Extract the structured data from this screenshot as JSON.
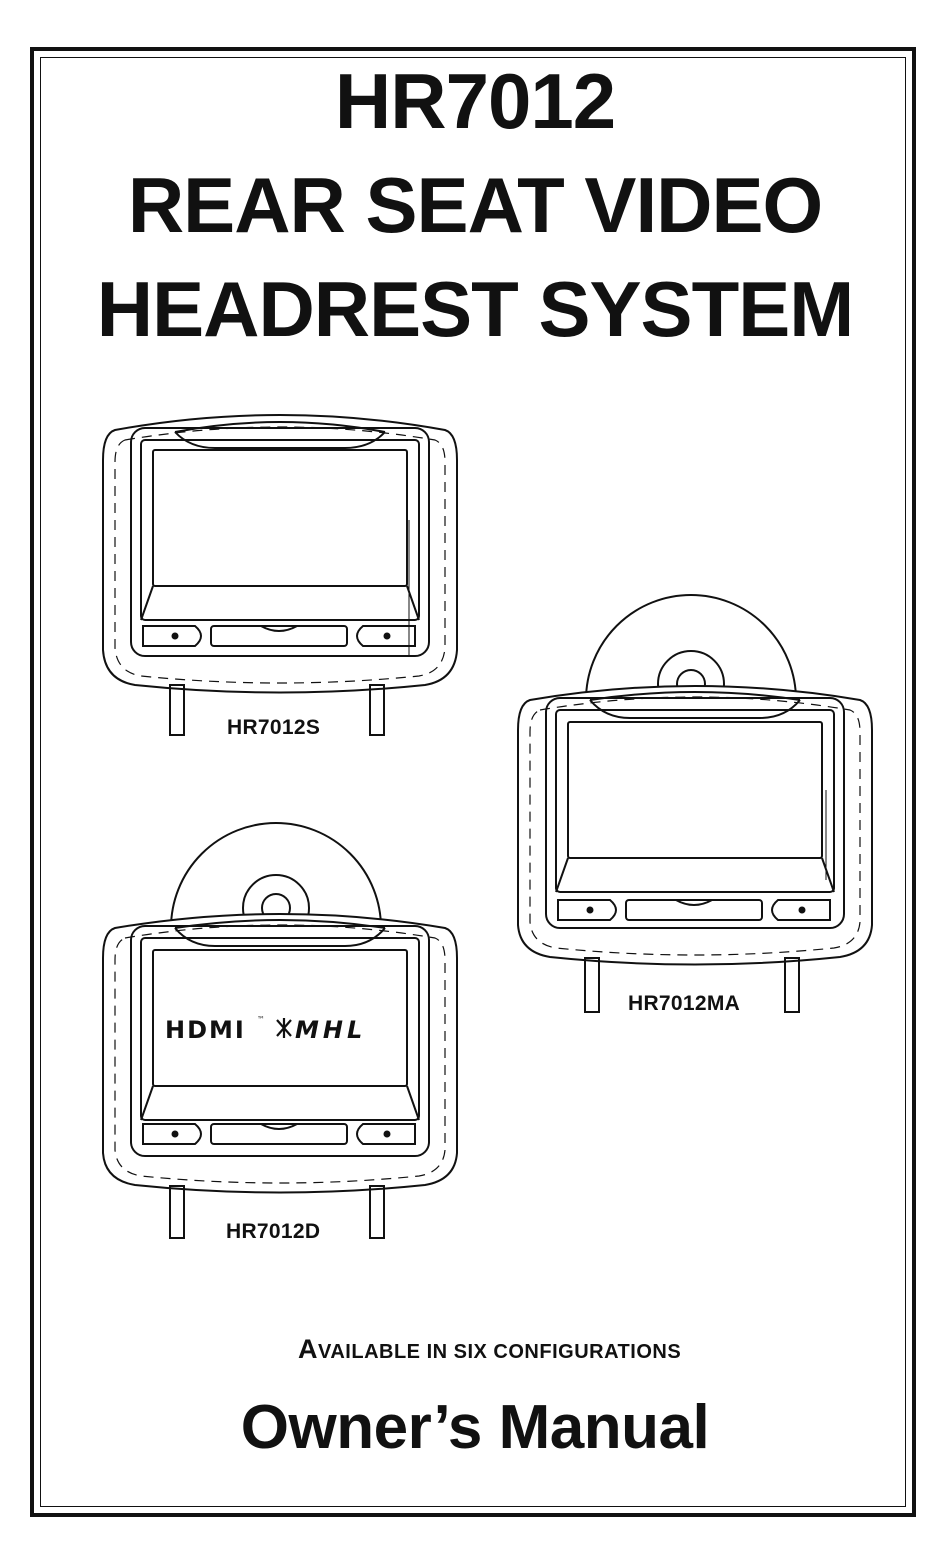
{
  "title": {
    "line1": "HR7012",
    "line2": "REAR SEAT VIDEO",
    "line3": "HEADREST SYSTEM"
  },
  "models": {
    "s": "HR7012S",
    "ma": "HR7012MA",
    "d": "HR7012D"
  },
  "screen_logos": {
    "hdmi": "HDMI",
    "tm": "™",
    "mhl": "MHL"
  },
  "footer": {
    "available_cap": "A",
    "available_rest": "VAILABLE IN SIX CONFIGURATIONS",
    "manual": "Owner’s Manual"
  },
  "icons": {
    "disc": "disc-icon",
    "buttons": "control-button-icon",
    "mhl_star": "mhl-star-icon"
  }
}
